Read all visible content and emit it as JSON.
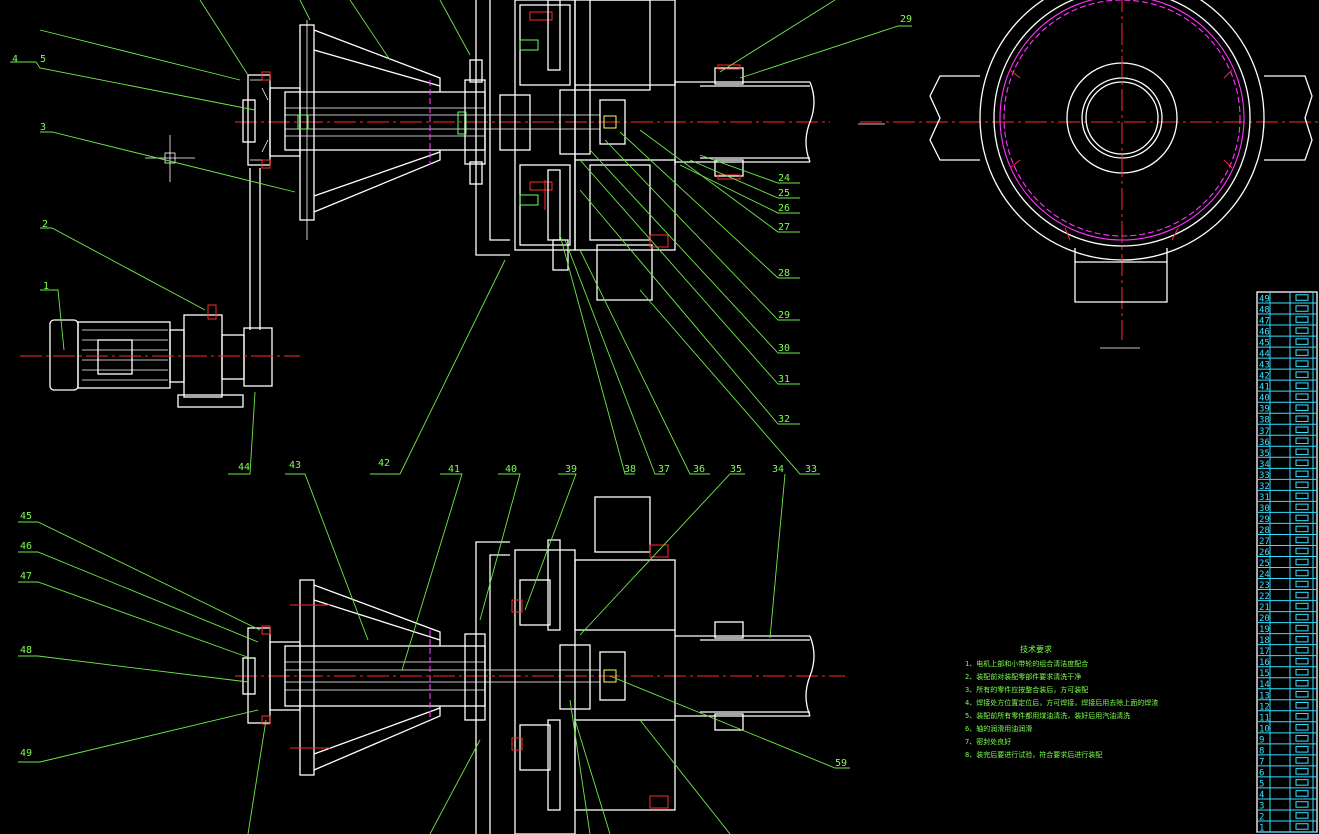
{
  "callouts_top": [
    "29",
    "4",
    "5",
    "3",
    "2",
    "1",
    "24",
    "25",
    "26",
    "27",
    "28",
    "29",
    "30",
    "31",
    "32",
    "33",
    "34",
    "35",
    "36",
    "37",
    "38",
    "39",
    "40",
    "41",
    "42",
    "43",
    "44"
  ],
  "callouts_bottom": [
    "45",
    "46",
    "47",
    "48",
    "49",
    "59"
  ],
  "notes": {
    "heading": "技术要求",
    "lines": [
      "1、电机上部和小带轮的组合清洁度配合",
      "2、装配前对装配零部件要求清洗干净",
      "3、所有的零件应按整合装后，方可装配",
      "4、焊接处方位置定位后，方可焊接，焊接后用去除上面的焊渣",
      "5、装配前所有零件都用煤油清洗，装好后用汽油清洗",
      "6、轴的润滑用油润滑",
      "7、密封处良好",
      "8、装完后要进行试验，符合要求后进行装配"
    ]
  },
  "bom_numbers": [
    "49",
    "48",
    "47",
    "46",
    "45",
    "44",
    "43",
    "42",
    "41",
    "40",
    "39",
    "38",
    "37",
    "36",
    "35",
    "34",
    "33",
    "32",
    "31",
    "30",
    "29",
    "28",
    "27",
    "26",
    "25",
    "24",
    "23",
    "22",
    "21",
    "20",
    "19",
    "18",
    "17",
    "16",
    "15",
    "14",
    "13",
    "12",
    "11",
    "10",
    "9",
    "8",
    "7",
    "6",
    "5",
    "4",
    "3",
    "2",
    "1"
  ]
}
